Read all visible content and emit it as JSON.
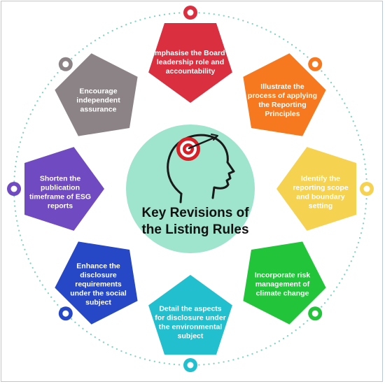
{
  "title_lines": [
    "Key Revisions of",
    "the Listing Rules"
  ],
  "center_icon": "head-with-target-icon",
  "colors": {
    "center_circle": "#9fe4cc",
    "ring_dots": "#7fd3c0",
    "icon_line": "#1a1a1a",
    "target_red": "#d81f26"
  },
  "segments": [
    {
      "color": "#da2f3f",
      "lines": [
        "Emphasise the Board's",
        "leadership role and",
        "accountability"
      ]
    },
    {
      "color": "#f6781f",
      "lines": [
        "Illustrate the",
        "process of applying",
        "the Reporting",
        "Principles"
      ]
    },
    {
      "color": "#f6d251",
      "lines": [
        "Identify the",
        "reporting scope",
        "and boundary",
        "setting"
      ]
    },
    {
      "color": "#22c43a",
      "lines": [
        "Incorporate risk",
        "management of",
        "climate change"
      ]
    },
    {
      "color": "#22c0cf",
      "lines": [
        "Detail the aspects",
        "for disclosure under",
        "the environmental",
        "subject"
      ]
    },
    {
      "color": "#2748c6",
      "lines": [
        "Enhance the",
        "disclosure",
        "requirements",
        "under the social",
        "subject"
      ]
    },
    {
      "color": "#6f4ac0",
      "lines": [
        "Shorten the",
        "publication",
        "timeframe of ESG",
        "reports"
      ]
    },
    {
      "color": "#8c8387",
      "lines": [
        "Encourage",
        "independent",
        "assurance"
      ]
    }
  ]
}
